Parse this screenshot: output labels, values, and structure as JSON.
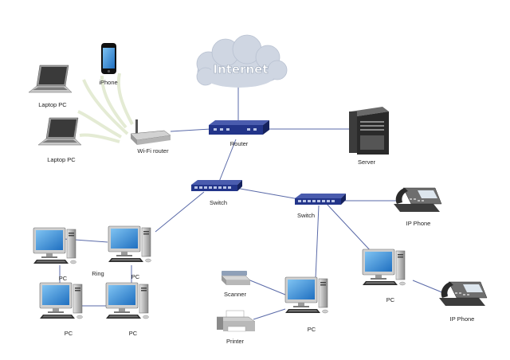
{
  "diagram": {
    "cloud_label": "Internet",
    "labels": {
      "router": "Router",
      "server": "Server",
      "wifi_router": "Wi-Fi router",
      "iphone": "iPhone",
      "laptop_1": "Laptop PC",
      "laptop_2": "Laptop PC",
      "switch_left": "Switch",
      "switch_right": "Switch",
      "ip_phone_1": "IP Phone",
      "ip_phone_2": "IP Phone",
      "ring": "Ring",
      "pc_ring_1": "PC",
      "pc_ring_2": "PC",
      "pc_ring_3": "PC",
      "pc_ring_4": "PC",
      "pc_center": "PC",
      "pc_right": "PC",
      "scanner": "Scanner",
      "printer": "Printer"
    },
    "colors": {
      "link": "#5a6aa8",
      "device_blue": "#2a3f8f",
      "screen_blue": "#3a8fd8",
      "cloud": "#cfd6e2",
      "wifi_wave": "#e4ebd4"
    },
    "icons": [
      "cloud-icon",
      "router-icon",
      "server-icon",
      "wifi-router-icon",
      "iphone-icon",
      "laptop-icon",
      "switch-icon",
      "ip-phone-icon",
      "pc-icon",
      "scanner-icon",
      "printer-icon"
    ]
  }
}
